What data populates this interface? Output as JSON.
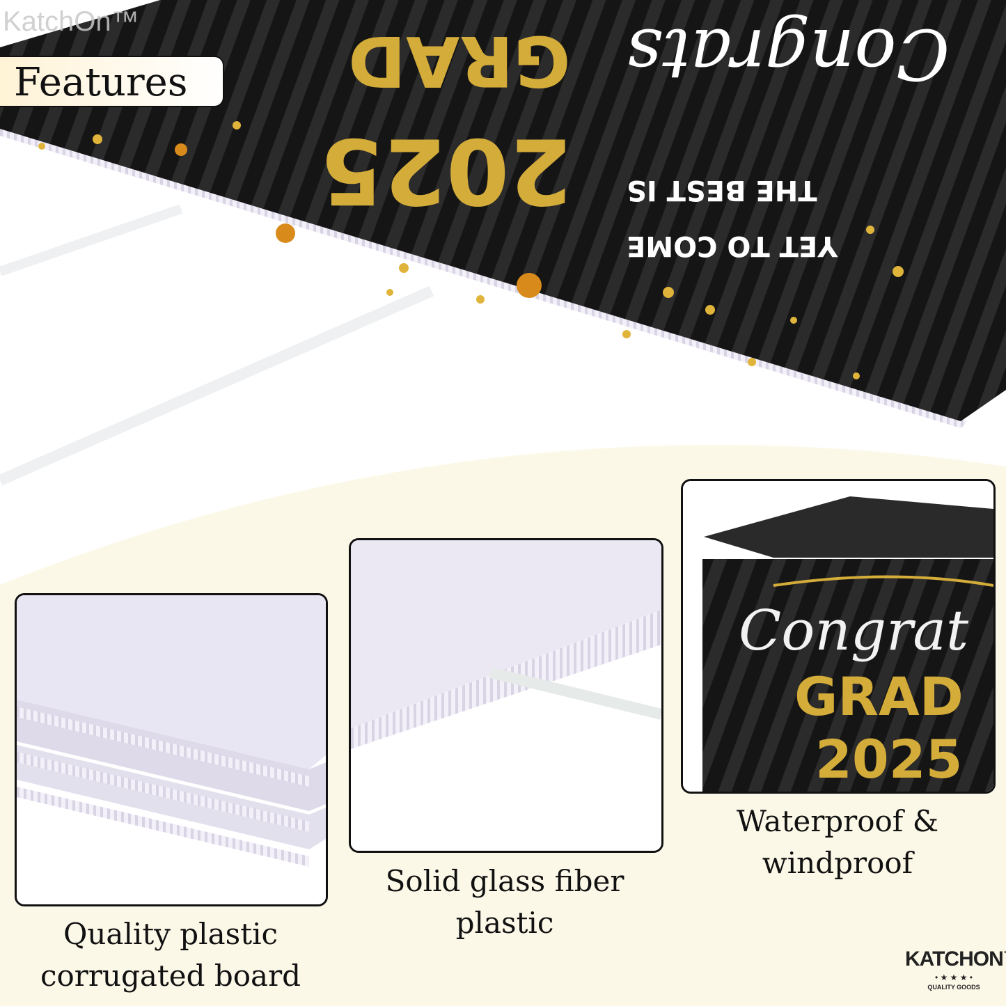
{
  "watermark": "KatchOn™",
  "heading": "Features",
  "sign": {
    "script": "Congrats",
    "grad": "GRAD",
    "year": "2025",
    "tagline_1": "THE BEST IS",
    "tagline_2": "YET TO COME"
  },
  "features": [
    {
      "caption_1": "Quality plastic",
      "caption_2": "corrugated board"
    },
    {
      "caption_1": "Solid glass fiber",
      "caption_2": "plastic"
    },
    {
      "caption_1": "Waterproof &",
      "caption_2": "windproof",
      "image_script": "Congrat",
      "image_grad": "GRAD",
      "image_year": "2025"
    }
  ],
  "logo": {
    "name": "KATCHON™",
    "stars": "• ★ ★ ★ •",
    "sub": "QUALITY GOODS"
  },
  "colors": {
    "gold": "#d4ac3a",
    "cream": "#fcf8e8",
    "sign_black": "#141414",
    "board_white": "#f1eef8"
  }
}
